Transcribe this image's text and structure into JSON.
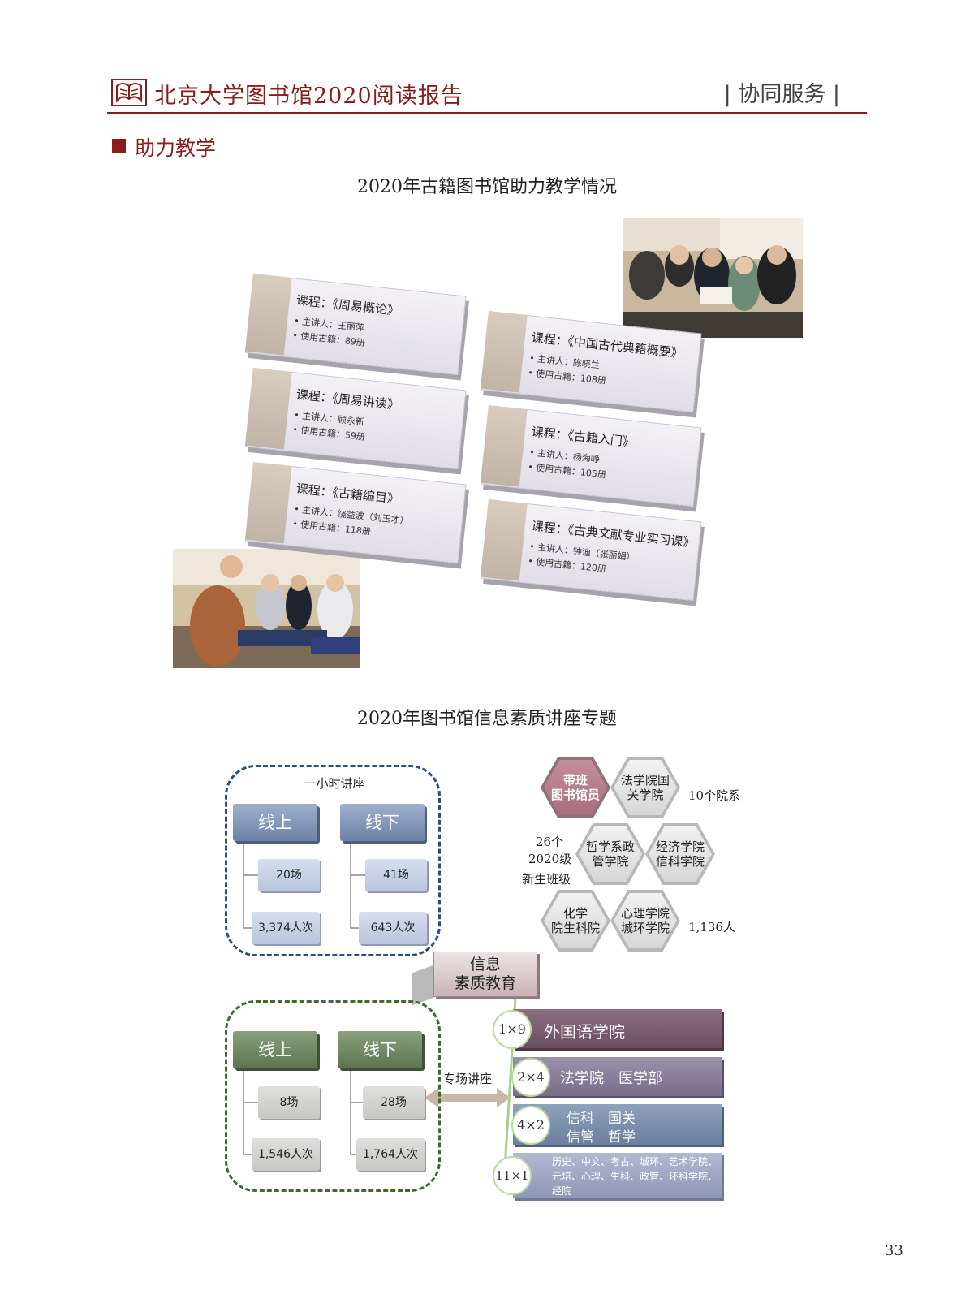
{
  "header": {
    "title": "北京大学图书馆2020阅读报告",
    "section": "| 协同服务 |"
  },
  "section_title": "助力教学",
  "figure1": {
    "title": "2020年古籍图书馆助力教学情况",
    "courses": [
      {
        "course": "课程：《周易概论》",
        "lecturer": "• 主讲人：王丽萍",
        "books": "• 使用古籍：89册"
      },
      {
        "course": "课程：《中国古代典籍概要》",
        "lecturer": "• 主讲人：陈晓兰",
        "books": "• 使用古籍：108册"
      },
      {
        "course": "课程：《周易讲读》",
        "lecturer": "• 主讲人：顾永新",
        "books": "• 使用古籍：59册"
      },
      {
        "course": "课程：《古籍入门》",
        "lecturer": "• 主讲人：杨海峥",
        "books": "• 使用古籍：105册"
      },
      {
        "course": "课程：《古籍编目》",
        "lecturer": "• 主讲人：饶益波（刘玉才）",
        "books": "• 使用古籍：118册"
      },
      {
        "course": "课程：《古典文献专业实习课》",
        "lecturer": "• 主讲人：钟迪（张丽娟）",
        "books": "• 使用古籍：120册"
      }
    ]
  },
  "figure2": {
    "title": "2020年图书馆信息素质讲座专题",
    "hour_lectures": {
      "label": "一小时讲座",
      "online": {
        "label": "线上",
        "sessions": "20场",
        "attendance": "3,374人次"
      },
      "offline": {
        "label": "线下",
        "sessions": "41场",
        "attendance": "643人次"
      }
    },
    "special_lectures": {
      "label": "专场讲座",
      "online": {
        "label": "线上",
        "sessions": "8场",
        "attendance": "1,546人次"
      },
      "offline": {
        "label": "线下",
        "sessions": "28场",
        "attendance": "1,764人次"
      }
    },
    "center": "信息素质教育",
    "hexes": [
      "带班图书馆员",
      "法学院国关学院",
      "哲学系政管学院",
      "经济学院信科学院",
      "化学院生科院",
      "心理学院城环学院"
    ],
    "annotations": {
      "departments": "10个院系",
      "classes_1": "26个",
      "classes_2": "2020级",
      "classes_3": "新生班级",
      "people": "1,136人"
    },
    "special_rows": [
      {
        "ratio": "1×9",
        "line1": "外国语学院",
        "line2": ""
      },
      {
        "ratio": "2×4",
        "line1": "法学院　医学部",
        "line2": ""
      },
      {
        "ratio": "4×2",
        "line1": "信科　国关",
        "line2": "信管　哲学"
      },
      {
        "ratio": "11×1",
        "line1": "历史、中文、考古、城环、艺术学院、",
        "line2": "元培、心理、生科、政管、环科学院、",
        "line3": "经院"
      }
    ],
    "colors": {
      "hour_border": "#2f4f7a",
      "special_border": "#3f6b33",
      "row1": "#7a5a6d",
      "row2": "#8a7f98",
      "row3": "#7b8fac",
      "row4": "#9fa4c2"
    }
  },
  "page_number": "33"
}
